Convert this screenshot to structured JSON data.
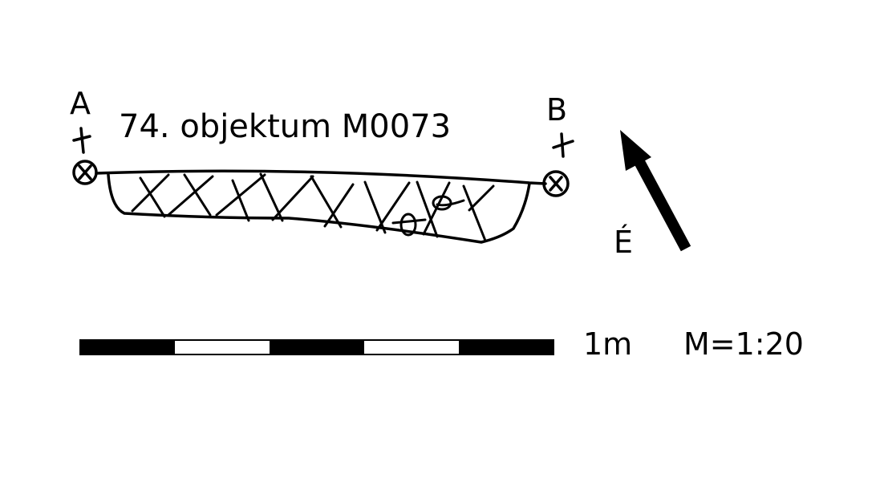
{
  "title": "74. objektum M0073",
  "point_a": "A",
  "point_b": "B",
  "north_label": "É",
  "scale_length": "1m",
  "scale_ratio": "M=1:20",
  "scale_bar_segments": 5
}
